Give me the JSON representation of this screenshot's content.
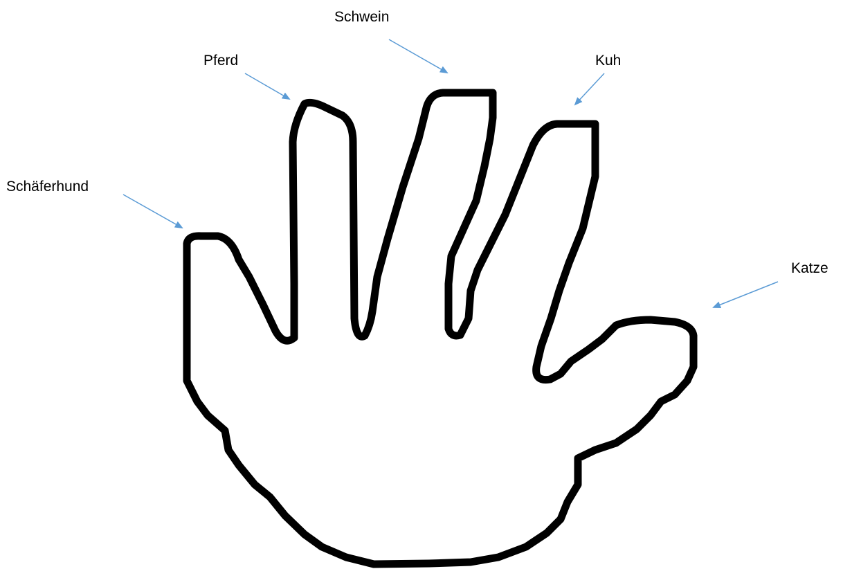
{
  "diagram": {
    "outline_color": "#000000",
    "arrow_color": "#5b9bd5",
    "labels": {
      "schaeferhund": "Schäferhund",
      "pferd": "Pferd",
      "schwein": "Schwein",
      "kuh": "Kuh",
      "katze": "Katze"
    }
  }
}
